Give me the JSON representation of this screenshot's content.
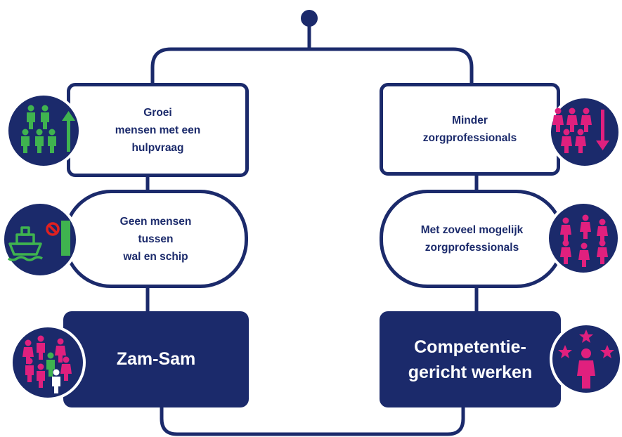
{
  "colors": {
    "navy": "#1b2a6b",
    "green": "#3fb34f",
    "magenta": "#e0207e",
    "white": "#ffffff"
  },
  "left": {
    "box1": "Groei\nmensen met een\nhulpvraag",
    "box2": "Geen mensen\ntussen\nwal en schip",
    "box3": "Zam-Sam"
  },
  "right": {
    "box1": "Minder\nzorgprofessionals",
    "box2": "Met zoveel mogelijk\nzorgprofessionals",
    "box3": "Competentie-\ngericht werken"
  },
  "icons": [
    "people-growth-icon",
    "ship-no-gap-icon",
    "people-group-icon",
    "people-decline-icon",
    "professionals-group-icon",
    "star-person-icon"
  ]
}
